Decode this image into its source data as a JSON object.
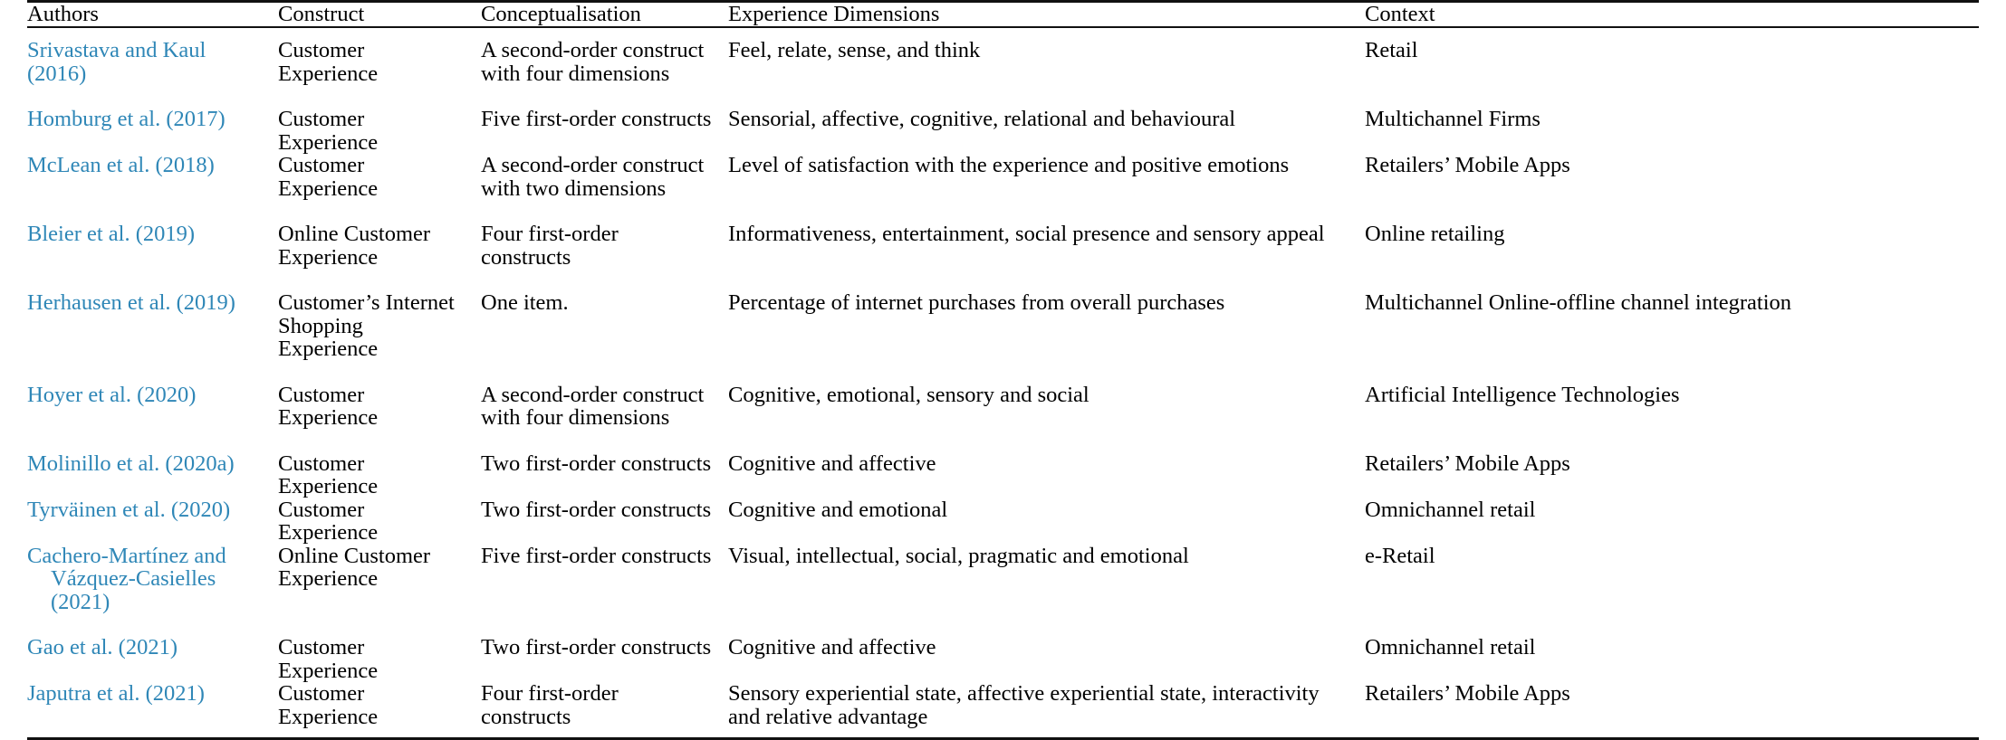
{
  "table": {
    "columns": [
      {
        "key": "authors",
        "label": "Authors"
      },
      {
        "key": "construct",
        "label": "Construct"
      },
      {
        "key": "conceptualisation",
        "label": "Conceptualisation"
      },
      {
        "key": "experience_dimensions",
        "label": "Experience Dimensions"
      },
      {
        "key": "context",
        "label": "Context"
      }
    ],
    "rows": [
      {
        "authors": "Srivastava and Kaul (2016)",
        "authors_cont": "",
        "construct": "Customer Experience",
        "conceptualisation": "A second-order construct with four dimensions",
        "experience_dimensions": "Feel, relate, sense, and think",
        "context": "Retail"
      },
      {
        "authors": "Homburg et al. (2017)",
        "authors_cont": "",
        "construct": "Customer Experience",
        "conceptualisation": "Five first-order constructs",
        "experience_dimensions": "Sensorial, affective, cognitive, relational and behavioural",
        "context": "Multichannel Firms"
      },
      {
        "authors": "McLean et al. (2018)",
        "authors_cont": "",
        "construct": "Customer Experience",
        "conceptualisation": "A second-order construct with two dimensions",
        "experience_dimensions": "Level of satisfaction with the experience and positive emotions",
        "context": "Retailers’ Mobile Apps"
      },
      {
        "authors": "Bleier et al. (2019)",
        "authors_cont": "",
        "construct": "Online Customer Experience",
        "conceptualisation": "Four first-order constructs",
        "experience_dimensions": "Informativeness, entertainment, social presence and sensory appeal",
        "context": "Online retailing"
      },
      {
        "authors": "Herhausen et al. (2019)",
        "authors_cont": "",
        "construct": "Customer’s Internet Shopping Experience",
        "conceptualisation": "One item.",
        "experience_dimensions": "Percentage of internet purchases from overall purchases",
        "context": "Multichannel Online-offline channel integration"
      },
      {
        "authors": "Hoyer et al. (2020)",
        "authors_cont": "",
        "construct": "Customer Experience",
        "conceptualisation": "A second-order construct with four dimensions",
        "experience_dimensions": "Cognitive, emotional, sensory and social",
        "context": "Artificial Intelligence Technologies"
      },
      {
        "authors": "Molinillo et al. (2020a)",
        "authors_cont": "",
        "construct": "Customer Experience",
        "conceptualisation": "Two first-order constructs",
        "experience_dimensions": "Cognitive and affective",
        "context": "Retailers’ Mobile Apps"
      },
      {
        "authors": "Tyrväinen et al. (2020)",
        "authors_cont": "",
        "construct": "Customer Experience",
        "conceptualisation": "Two first-order constructs",
        "experience_dimensions": "Cognitive and emotional",
        "context": "Omnichannel retail"
      },
      {
        "authors": "Cachero-Martínez and",
        "authors_cont": "Vázquez-Casielles (2021)",
        "construct": "Online Customer Experience",
        "conceptualisation": "Five first-order constructs",
        "experience_dimensions": "Visual, intellectual, social, pragmatic and emotional",
        "context": "e-Retail"
      },
      {
        "authors": "Gao et al. (2021)",
        "authors_cont": "",
        "construct": "Customer Experience",
        "conceptualisation": "Two first-order constructs",
        "experience_dimensions": "Cognitive and affective",
        "context": "Omnichannel retail"
      },
      {
        "authors": "Japutra et al. (2021)",
        "authors_cont": "",
        "construct": "Customer Experience",
        "conceptualisation": "Four first-order constructs",
        "experience_dimensions": "Sensory experiential state, affective experiential state, interactivity and relative advantage",
        "context": "Retailers’ Mobile Apps"
      }
    ]
  },
  "style": {
    "author_link_color": "#2f87b7",
    "text_color": "#000000",
    "rule_color": "#111111"
  }
}
